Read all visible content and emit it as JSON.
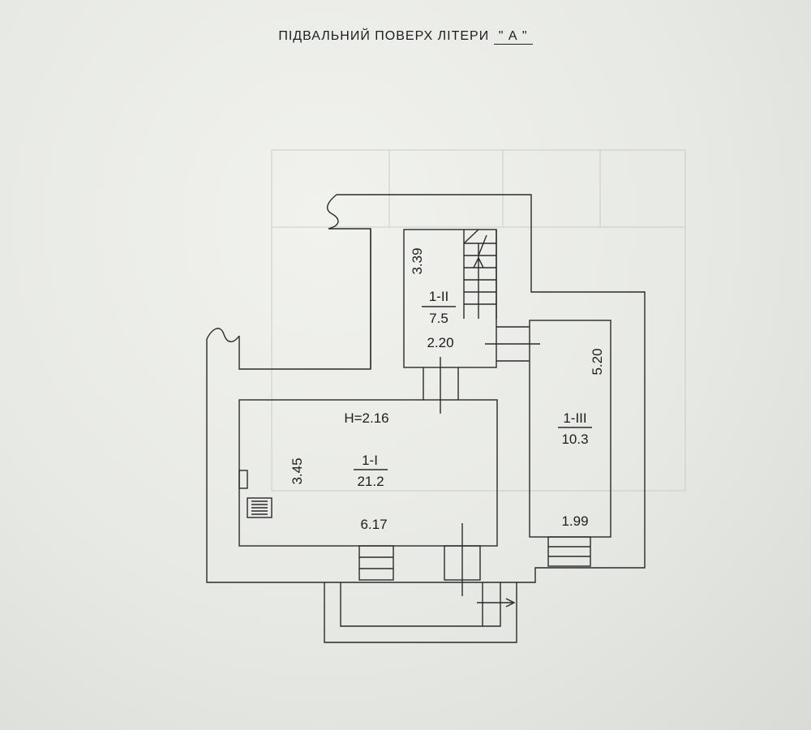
{
  "title": {
    "text": "ПІДВАЛЬНИЙ ПОВЕРХ ЛІТЕРИ",
    "letter": "\"  А  \""
  },
  "rooms": [
    {
      "id": "1-I",
      "label": "1-I",
      "area": "21.2",
      "height": "H=2.16",
      "width": "6.17",
      "depth": "3.45"
    },
    {
      "id": "1-II",
      "label": "1-II",
      "area": "7.5",
      "width": "2.20",
      "depth": "3.39"
    },
    {
      "id": "1-III",
      "label": "1-III",
      "area": "10.3",
      "width": "1.99",
      "depth": "5.20"
    }
  ]
}
